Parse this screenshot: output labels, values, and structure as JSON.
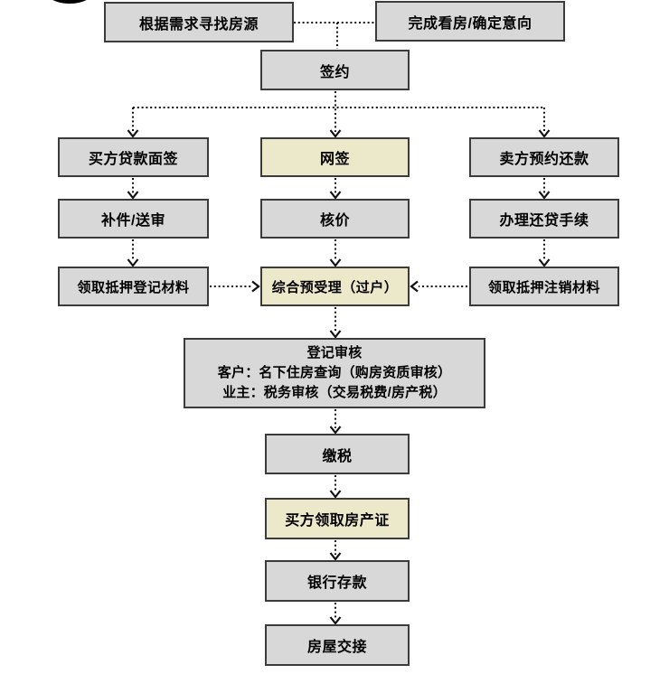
{
  "diagram": {
    "colors": {
      "background": "#ffffff",
      "box_fill_gray": "#d8d8d8",
      "box_fill_highlight": "#ece9ca",
      "box_border": "#3b3b3b",
      "connector": "#111111",
      "text": "#000000"
    },
    "nodes": {
      "find_house": "根据需求寻找房源",
      "confirm_intent": "完成看房/确定意向",
      "sign_contract": "签约",
      "buyer_loan_interview": "买方贷款面签",
      "supplement_review": "补件/送审",
      "collect_mortgage_registration": "领取抵押登记材料",
      "online_sign": "网签",
      "price_verification": "核价",
      "pre_acceptance": "综合预受理（过户）",
      "seller_repayment": "卖方预约还款",
      "repay_loan_procedure": "办理还贷手续",
      "collect_mortgage_cancellation": "领取抵押注销材料",
      "registration_review": {
        "line1": "登记审核",
        "line2": "客户：名下住房查询（购房资质审核）",
        "line3": "业主：税务审核（交易税费/房产税）"
      },
      "pay_tax": "缴税",
      "buyer_collect_certificate": "买方领取房产证",
      "bank_deposit": "银行存款",
      "house_handover": "房屋交接"
    }
  }
}
